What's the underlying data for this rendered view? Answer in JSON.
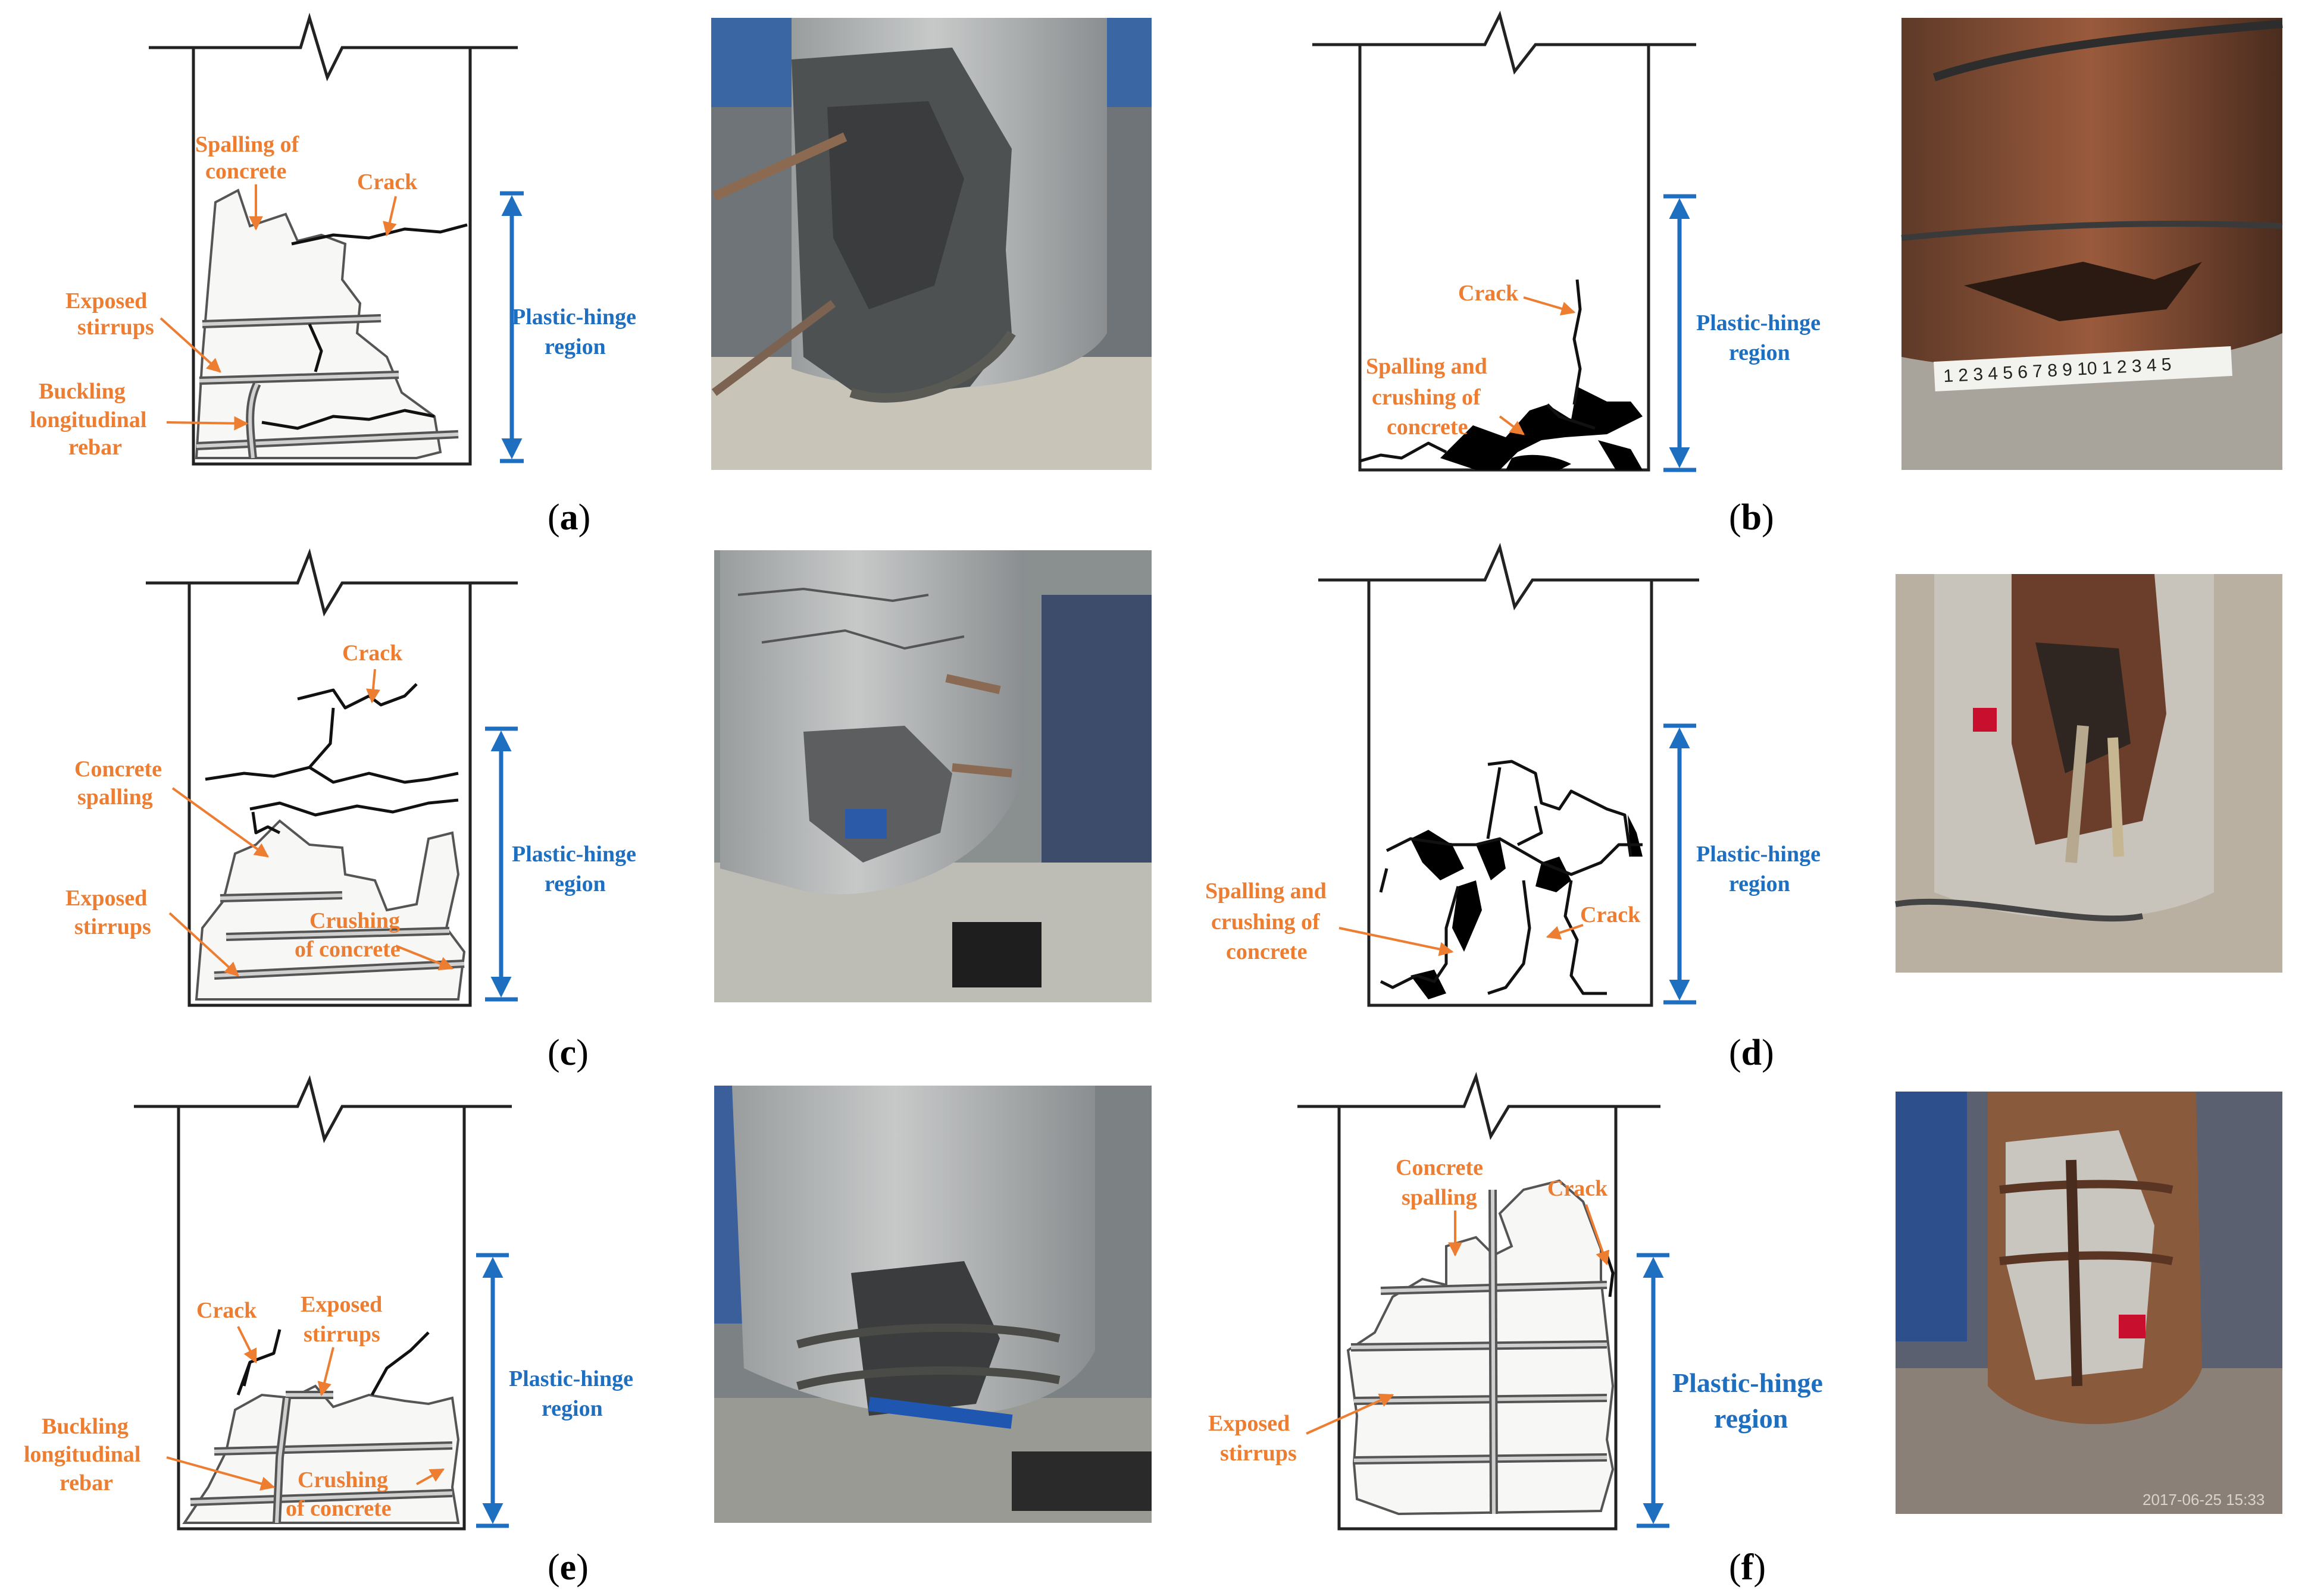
{
  "panels": {
    "a": {
      "caption_letter": "a",
      "labels": {
        "spalling": [
          "Spalling of",
          "concrete"
        ],
        "crack": "Crack",
        "stirrups": [
          "Exposed",
          "stirrups"
        ],
        "buckling": [
          "Buckling",
          "longitudinal",
          "rebar"
        ],
        "hinge": [
          "Plastic-hinge",
          "region"
        ]
      }
    },
    "b": {
      "caption_letter": "b",
      "labels": {
        "crack": "Crack",
        "spalling": [
          "Spalling and",
          "crushing of",
          "concrete"
        ],
        "hinge": [
          "Plastic-hinge",
          "region"
        ]
      }
    },
    "c": {
      "caption_letter": "c",
      "labels": {
        "crack": "Crack",
        "spalling": [
          "Concrete",
          "spalling"
        ],
        "stirrups": [
          "Exposed",
          "stirrups"
        ],
        "crushing": [
          "Crushing",
          "of concrete"
        ],
        "hinge": [
          "Plastic-hinge",
          "region"
        ]
      }
    },
    "d": {
      "caption_letter": "d",
      "labels": {
        "spalling": [
          "Spalling and",
          "crushing of",
          "concrete"
        ],
        "crack": "Crack",
        "hinge": [
          "Plastic-hinge",
          "region"
        ]
      }
    },
    "e": {
      "caption_letter": "e",
      "labels": {
        "crack": "Crack",
        "stirrups": [
          "Exposed",
          "stirrups"
        ],
        "buckling": [
          "Buckling",
          "longitudinal",
          "rebar"
        ],
        "crushing": [
          "Crushing",
          "of concrete"
        ],
        "hinge": [
          "Plastic-hinge",
          "region"
        ]
      }
    },
    "f": {
      "caption_letter": "f",
      "labels": {
        "spalling": [
          "Concrete",
          "spalling"
        ],
        "crack": "Crack",
        "stirrups": [
          "Exposed",
          "stirrups"
        ],
        "hinge": [
          "Plastic-hinge",
          "region"
        ]
      }
    }
  },
  "photo_b_tape": "1 2 3 4 5 6 7 8 9 10 1 2 3 4 5",
  "photo_f_stamp": "2017-06-25 15:33",
  "colors": {
    "label_orange": "#ED7D31",
    "hinge_blue": "#1F6FC0",
    "outline": "#222222"
  }
}
